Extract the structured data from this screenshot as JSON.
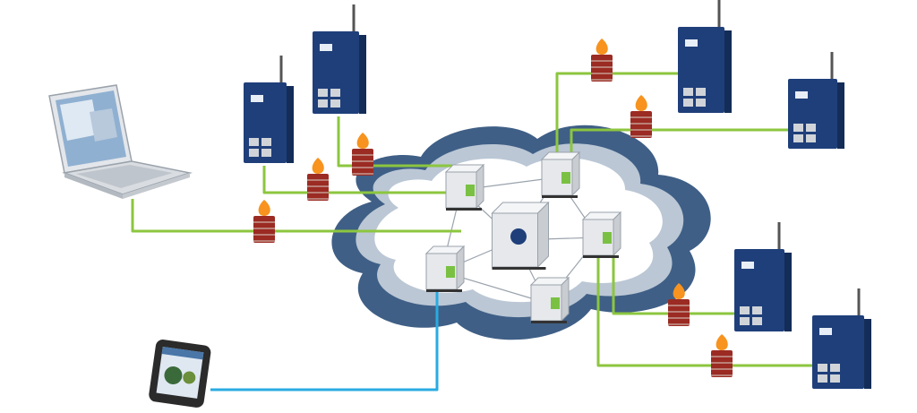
{
  "diagram": {
    "colors": {
      "background": "#ffffff",
      "cloud_outer": "#3f5f86",
      "cloud_inner": "#c9d3de",
      "link_wan": "#8cc63f",
      "link_mobile": "#29abe2",
      "cloud_mesh": "#9aa3ad",
      "device_body": "#1f3f7a",
      "server_body": "#e6e8eb",
      "firewall": "#9b2b23",
      "flame": "#f7931e"
    },
    "nodes": [
      {
        "name": "laptop-client",
        "kind": "laptop"
      },
      {
        "name": "tablet-client",
        "kind": "tablet"
      },
      {
        "name": "gateway-1",
        "kind": "gateway"
      },
      {
        "name": "gateway-2",
        "kind": "gateway"
      },
      {
        "name": "gateway-3",
        "kind": "gateway"
      },
      {
        "name": "gateway-4",
        "kind": "gateway"
      },
      {
        "name": "gateway-5",
        "kind": "gateway"
      },
      {
        "name": "gateway-6",
        "kind": "gateway"
      },
      {
        "name": "central-server",
        "kind": "server"
      },
      {
        "name": "cloud-server-1",
        "kind": "server"
      },
      {
        "name": "cloud-server-2",
        "kind": "server"
      },
      {
        "name": "cloud-server-3",
        "kind": "server"
      },
      {
        "name": "cloud-server-4",
        "kind": "server"
      },
      {
        "name": "cloud-server-5",
        "kind": "server"
      },
      {
        "name": "cloud-server-6",
        "kind": "server"
      }
    ],
    "firewalls": 7,
    "links": [
      {
        "from": "laptop-client",
        "to": "cloud-server-1",
        "type": "wan",
        "firewall": true
      },
      {
        "from": "gateway-1",
        "to": "cloud-server-1",
        "type": "wan",
        "firewall": true
      },
      {
        "from": "gateway-2",
        "to": "cloud-server-1",
        "type": "wan",
        "firewall": true
      },
      {
        "from": "gateway-3",
        "to": "cloud-server-2",
        "type": "wan",
        "firewall": true
      },
      {
        "from": "gateway-4",
        "to": "cloud-server-2",
        "type": "wan",
        "firewall": true
      },
      {
        "from": "gateway-5",
        "to": "cloud-server-3",
        "type": "wan",
        "firewall": true
      },
      {
        "from": "gateway-6",
        "to": "cloud-server-3",
        "type": "wan",
        "firewall": true
      },
      {
        "from": "tablet-client",
        "to": "cloud-server-4",
        "type": "mobile",
        "firewall": false
      }
    ]
  }
}
